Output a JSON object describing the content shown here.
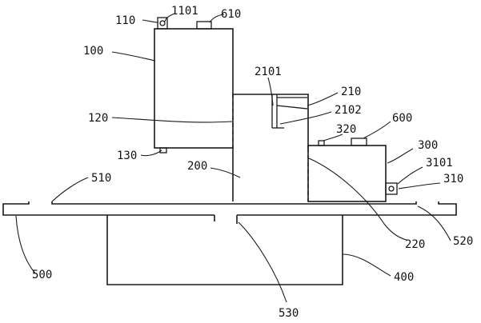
{
  "labels": {
    "l110": "110",
    "l1101": "1101",
    "l610": "610",
    "l100": "100",
    "l2101": "2101",
    "l210": "210",
    "l2102": "2102",
    "l120": "120",
    "l600": "600",
    "l320": "320",
    "l300": "300",
    "l3101": "3101",
    "l310": "310",
    "l130": "130",
    "l200": "200",
    "l510": "510",
    "l220": "220",
    "l520": "520",
    "l500": "500",
    "l400": "400",
    "l530": "530"
  }
}
